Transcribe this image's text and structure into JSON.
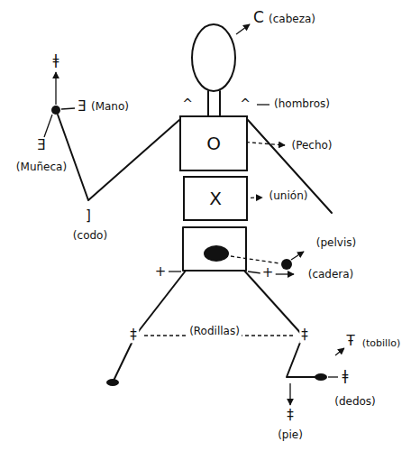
{
  "diagram": {
    "nodes": [
      {
        "text": [
          "O"
        ]
      },
      {
        "text": [
          "X"
        ]
      }
    ],
    "labels": [
      "C",
      "(cabeza)",
      "ǂ",
      "Ǝ",
      "(Mano)",
      "Ǝ",
      "(Muñeca)",
      "]",
      "(codo)",
      "^",
      "^",
      "(hombros)",
      "(Pecho)",
      "(unión)",
      "(pelvis)",
      "+",
      "+",
      "(cadera)",
      "‡",
      "(Rodillas)",
      "‡",
      "Ŧ",
      "(tobillo)",
      "ǂ",
      "(dedos)",
      "‡",
      "(pie)"
    ]
  }
}
